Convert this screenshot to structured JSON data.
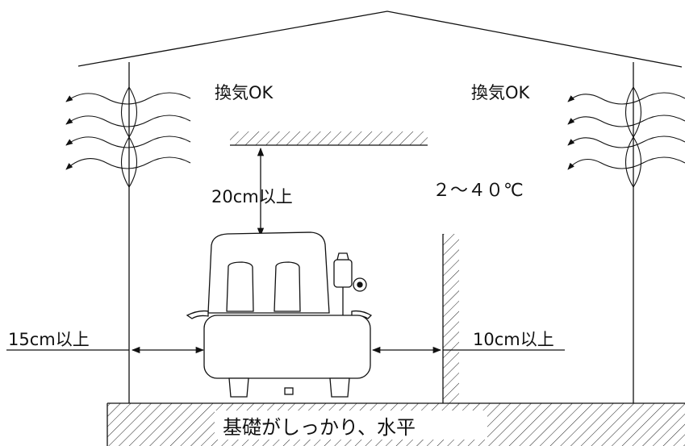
{
  "labels": {
    "vent_left": "換気OK",
    "vent_right": "換気OK",
    "top_clearance": "20cm以上",
    "temperature": "２～４０℃",
    "left_clearance": "15cm以上",
    "right_clearance": "10cm以上",
    "foundation": "基礎がしっかり、水平"
  },
  "colors": {
    "line": "#111111",
    "background": "#ffffff"
  }
}
